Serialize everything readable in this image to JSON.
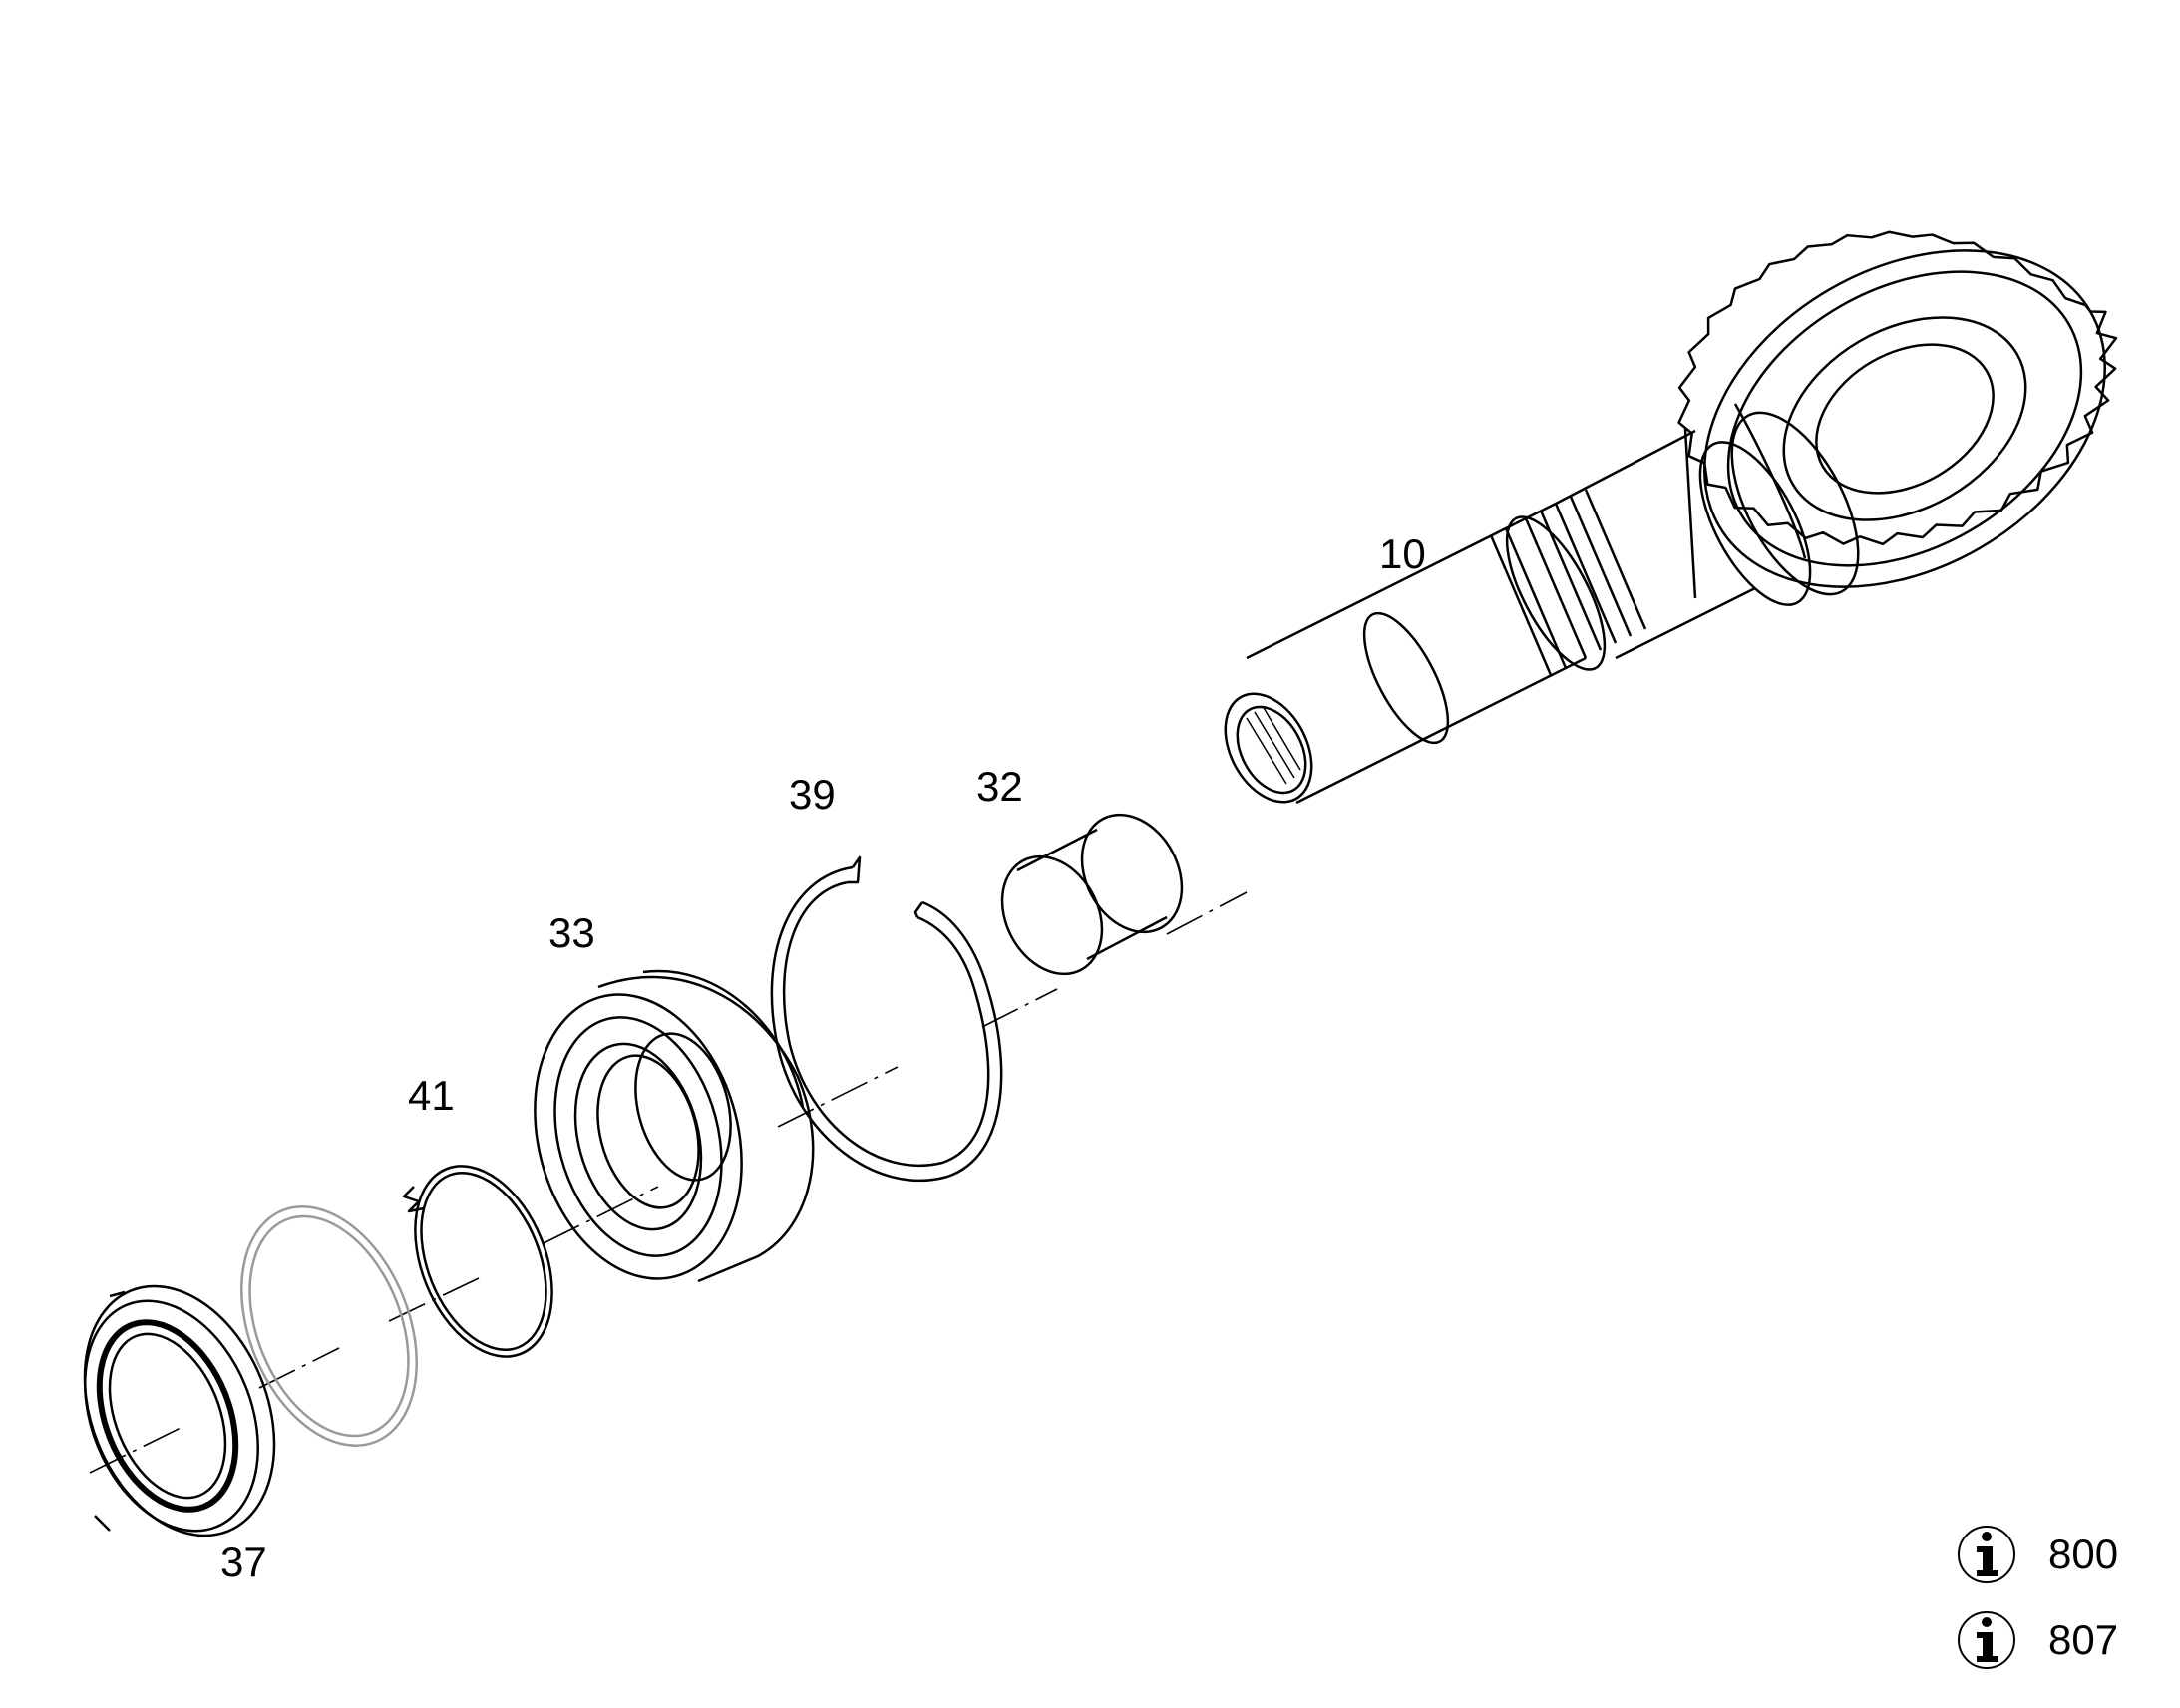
{
  "labels": {
    "p10": "10",
    "p32": "32",
    "p39": "39",
    "p33": "33",
    "p41": "41",
    "p37": "37"
  },
  "info_refs": [
    {
      "icon": "info-icon",
      "number": "800"
    },
    {
      "icon": "info-icon",
      "number": "807"
    }
  ],
  "colors": {
    "line": "#000000",
    "faint": "#9a9a9a",
    "background": "#ffffff"
  }
}
